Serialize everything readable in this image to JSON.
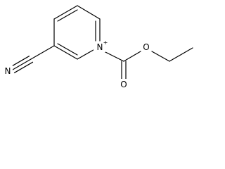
{
  "molecule": {
    "atoms": {
      "pyridinium_nitrogen": {
        "symbol": "N",
        "charge": "+"
      },
      "carbonyl_oxygen": {
        "symbol": "O"
      },
      "ester_oxygen": {
        "symbol": "O"
      },
      "nitrile_nitrogen": {
        "symbol": "N"
      }
    }
  },
  "colors": {
    "bond": "#000000",
    "label": "#000000",
    "background": "#ffffff"
  }
}
